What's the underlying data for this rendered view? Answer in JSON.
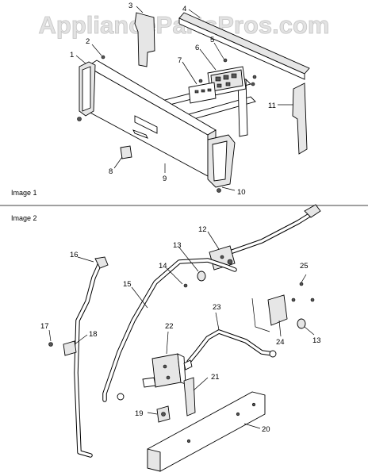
{
  "watermark": "AppliancePartsPros.com",
  "panels": [
    {
      "label": "Image 1"
    },
    {
      "label": "Image 2"
    }
  ],
  "callouts": [
    "1",
    "2",
    "3",
    "4",
    "5",
    "6",
    "7",
    "8",
    "9",
    "10",
    "11",
    "12",
    "13",
    "14",
    "15",
    "16",
    "17",
    "18",
    "19",
    "20",
    "21",
    "22",
    "23",
    "24",
    "25",
    "13"
  ]
}
